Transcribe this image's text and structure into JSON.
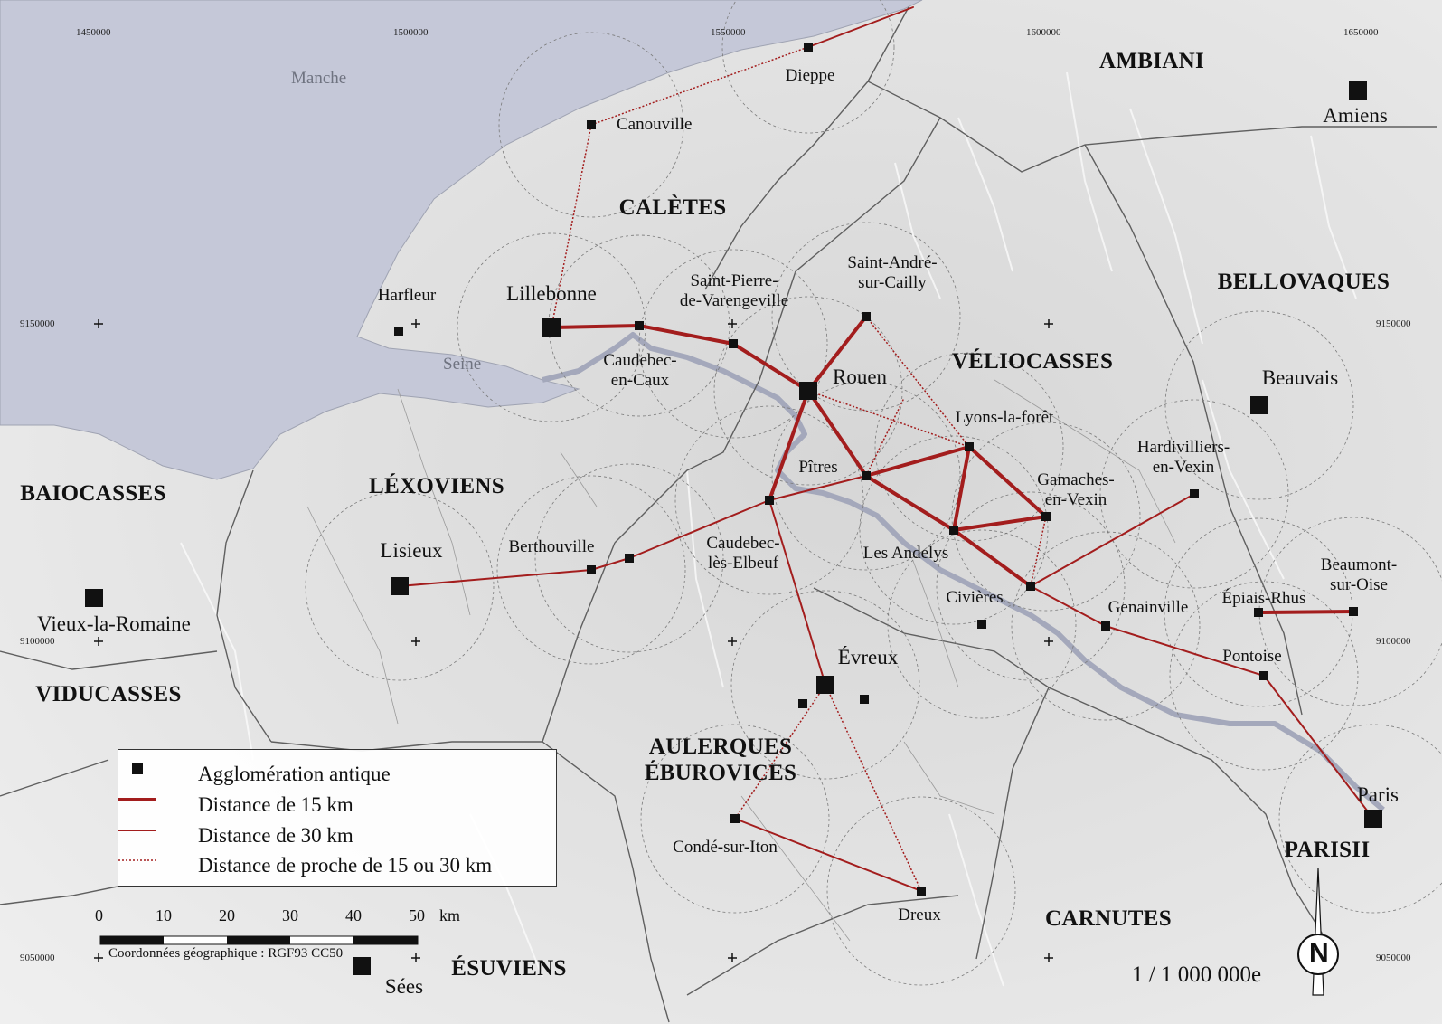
{
  "map": {
    "sea_label": "Manche",
    "river_label": "Seine",
    "tribes": [
      "AMBIANI",
      "CALÈTES",
      "BELLOVAQUES",
      "VÉLIOCASSES",
      "BAIOCASSES",
      "LÉXOVIENS",
      "VIDUCASSES",
      "AULERQUES\nÉBUROVICES",
      "PARISII",
      "CARNUTES",
      "ÉSUVIENS"
    ],
    "places": [
      "Dieppe",
      "Canouville",
      "Amiens",
      "Harfleur",
      "Lillebonne",
      "Saint-Pierre-\nde-Varengeville",
      "Saint-André-\nsur-Cailly",
      "Caudebec-\nen-Caux",
      "Rouen",
      "Beauvais",
      "Lyons-la-forêt",
      "Hardivilliers-\nen-Vexin",
      "Pîtres",
      "Gamaches-\nen-Vexin",
      "Lisieux",
      "Berthouville",
      "Caudebec-\nlès-Elbeuf",
      "Les Andelys",
      "Beaumont-\nsur-Oise",
      "Civières",
      "Genainville",
      "Épiais-Rhus",
      "Vieux-la-Romaine",
      "Pontoise",
      "Évreux",
      "Paris",
      "Condé-sur-Iton",
      "Dreux",
      "Sées"
    ],
    "coord_labels": [
      "1450000",
      "1500000",
      "1550000",
      "1600000",
      "1650000",
      "9150000",
      "9100000",
      "9050000"
    ],
    "legend": {
      "items": [
        "Agglomération antique",
        "Distance de 15 km",
        "Distance de 30 km",
        "Distance de proche de 15 ou 30 km"
      ]
    },
    "scale_bar": {
      "ticks": [
        "0",
        "10",
        "20",
        "30",
        "40",
        "50"
      ],
      "unit": "km"
    },
    "coord_system": "Coordonnées géographique : RGF93 CC50",
    "scale_ratio": "1 / 1 000 000e",
    "north_label": "N",
    "colors": {
      "sea": "#c5c8d8",
      "land": "#e6e6e6",
      "route": "#a31d1d",
      "boundary": "#606060"
    }
  }
}
